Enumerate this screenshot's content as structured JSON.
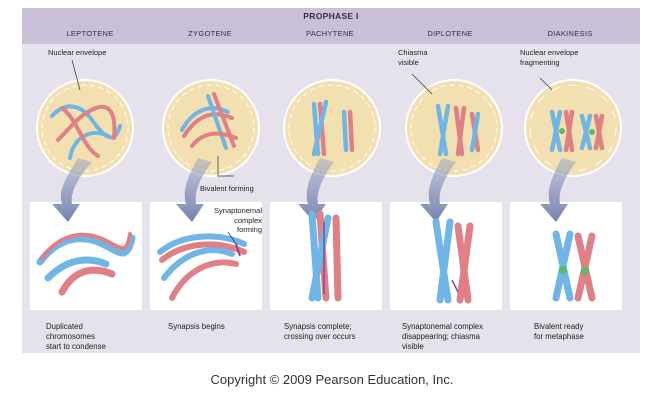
{
  "title": "PROPHASE I",
  "stages": [
    {
      "name": "LEPTOTENE",
      "caption_lines": [
        "Duplicated",
        "chromosomes",
        "start to condense"
      ]
    },
    {
      "name": "ZYGOTENE",
      "caption_lines": [
        "Synapsis begins"
      ]
    },
    {
      "name": "PACHYTENE",
      "caption_lines": [
        "Synapsis complete;",
        "crossing over occurs"
      ]
    },
    {
      "name": "DIPLOTENE",
      "caption_lines": [
        "Synaptonemal complex",
        "disappearing; chiasma",
        "visible"
      ]
    },
    {
      "name": "DIAKINESIS",
      "caption_lines": [
        "Bivalent ready",
        "for metaphase"
      ]
    }
  ],
  "labels": {
    "nuclear_envelope": "Nuclear envelope",
    "bivalent_forming": "Bivalent forming",
    "synaptonemal_lines": [
      "Synaptonemal",
      "complex",
      "forming"
    ],
    "chiasma_lines": [
      "Chiasma",
      "visible"
    ],
    "fragmenting_lines": [
      "Nuclear envelope",
      "fragmenting"
    ]
  },
  "copyright": "Copyright © 2009 Pearson Education, Inc.",
  "colors": {
    "blue": "#6fb6e6",
    "red": "#e07f86",
    "envelope": "#f3e0b0",
    "panel": "#e6e2ec",
    "header": "#c9bfd7",
    "centromere": "#5fb86a"
  }
}
